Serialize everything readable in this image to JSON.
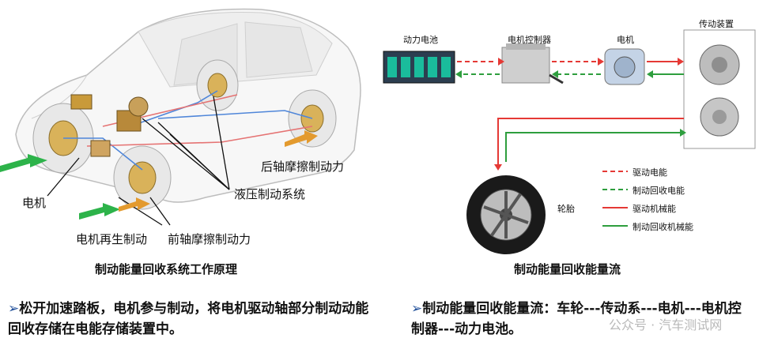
{
  "left": {
    "labels": {
      "motor": "电机",
      "motor_regen": "电机再生制动",
      "front_friction": "前轴摩擦制动力",
      "hydraulic": "液压制动系统",
      "rear_friction": "后轴摩擦制动力"
    },
    "caption": "制动能量回收系统工作原理",
    "bullet": "松开加速踏板，电机参与制动，将电机驱动轴部分制动动能回收存储在电能存储装置中。"
  },
  "right": {
    "labels": {
      "battery": "动力电池",
      "controller": "电机控制器",
      "motor": "电机",
      "transmission": "传动装置",
      "tire": "轮胎"
    },
    "legend": [
      {
        "label": "驱动电能",
        "color": "#e53935",
        "style": "dashed"
      },
      {
        "label": "制动回收电能",
        "color": "#2e9e3e",
        "style": "dashed"
      },
      {
        "label": "驱动机械能",
        "color": "#e53935",
        "style": "solid"
      },
      {
        "label": "制动回收机械能",
        "color": "#2e9e3e",
        "style": "solid"
      }
    ],
    "caption": "制动能量回收能量流",
    "bullet": "制动能量回收能量流：车轮---传动系---电机---电机控制器---动力电池。"
  },
  "watermark": "公众号 · 汽车测试网"
}
